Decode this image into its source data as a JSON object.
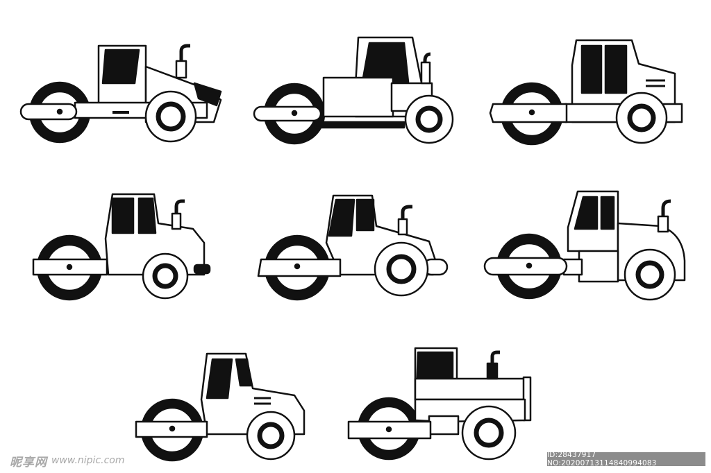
{
  "watermark": {
    "site_logo": "昵享网",
    "site_url": "www.nipic.com",
    "image_id": "ID:28437917 NO:20200713114840994083"
  },
  "illustration": {
    "subject": "road-roller-icons",
    "style": "black-and-white line icons",
    "count": 8
  }
}
